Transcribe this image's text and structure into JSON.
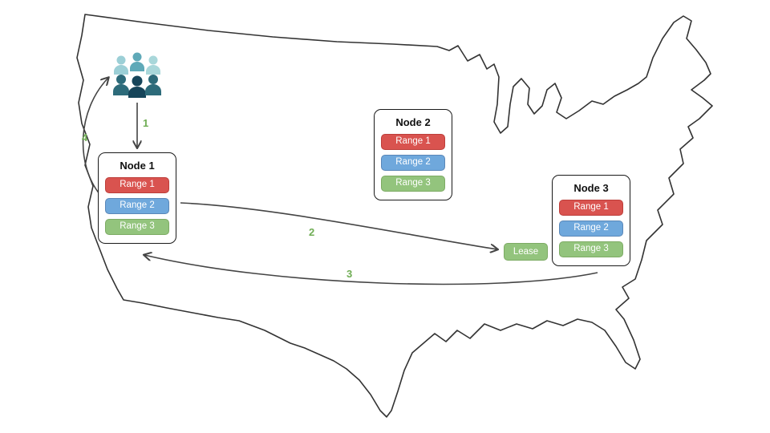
{
  "diagram": {
    "nodes": [
      {
        "title": "Node 1",
        "ranges": [
          "Range 1",
          "Range 2",
          "Range 3"
        ]
      },
      {
        "title": "Node 2",
        "ranges": [
          "Range 1",
          "Range 2",
          "Range 3"
        ]
      },
      {
        "title": "Node 3",
        "ranges": [
          "Range 1",
          "Range 2",
          "Range 3"
        ]
      }
    ],
    "lease_label": "Lease",
    "steps": [
      "1",
      "2",
      "3",
      "4"
    ],
    "colors": {
      "range1_red": "#d9534f",
      "range2_blue": "#6fa8dc",
      "range3_green": "#93c47d",
      "lease_green": "#93c47d",
      "step_label_green": "#6fad54",
      "arrow_gray": "#444444",
      "map_outline": "#333333",
      "users_light_teal": "#9ccfd6",
      "users_dark_teal": "#16455a"
    }
  }
}
